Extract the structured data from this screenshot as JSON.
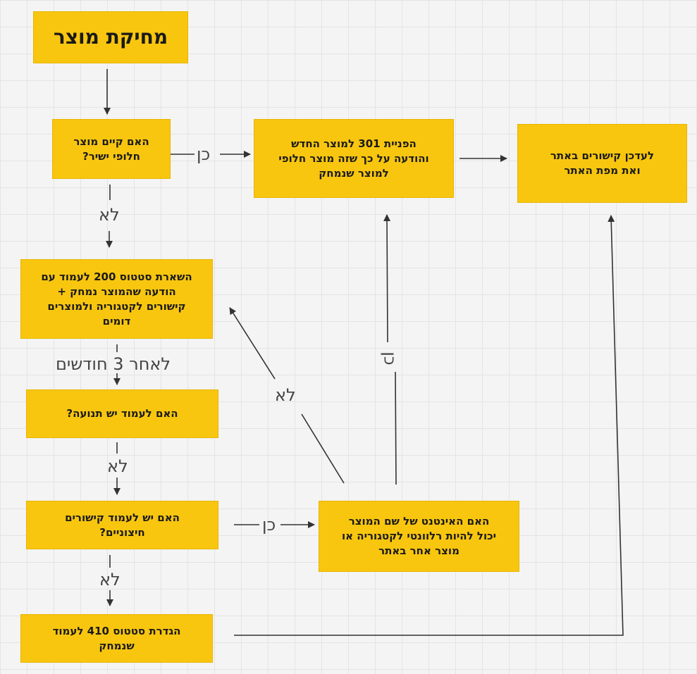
{
  "nodes": {
    "start": "מחיקת מוצר",
    "alt_exists": "האם קיים מוצר\nחלופי ישיר?",
    "redirect301": "הפניית 301 למוצר החדש\nוהודעה על כך שזה מוצר חלופי\nלמוצר שנמחק",
    "update_links": "לעדכן קישורים באתר\nואת מפת האתר",
    "keep200": "השארת סטטוס 200 לעמוד עם\nהודעה שהמוצר נמחק +\nקישורים לקטגוריה ולמוצרים\nדומים",
    "has_traffic": "האם לעמוד יש תנועה?",
    "external_links": "האם יש לעמוד קישורים\nחיצוניים?",
    "intent": "האם האינטנט של שם המוצר\nיכול להיות רלוונטי לקטגוריה או\nמוצר אחר באתר",
    "set410": "הגדרת סטטוס 410 לעמוד\nשנמחק"
  },
  "labels": {
    "yes_1": "כן",
    "no_1": "לא",
    "after_3_months": "לאחר 3 חודשים",
    "no_2": "לא",
    "yes_2": "כן",
    "no_3": "לא",
    "no_4": "לא",
    "yes_3": "כן"
  }
}
